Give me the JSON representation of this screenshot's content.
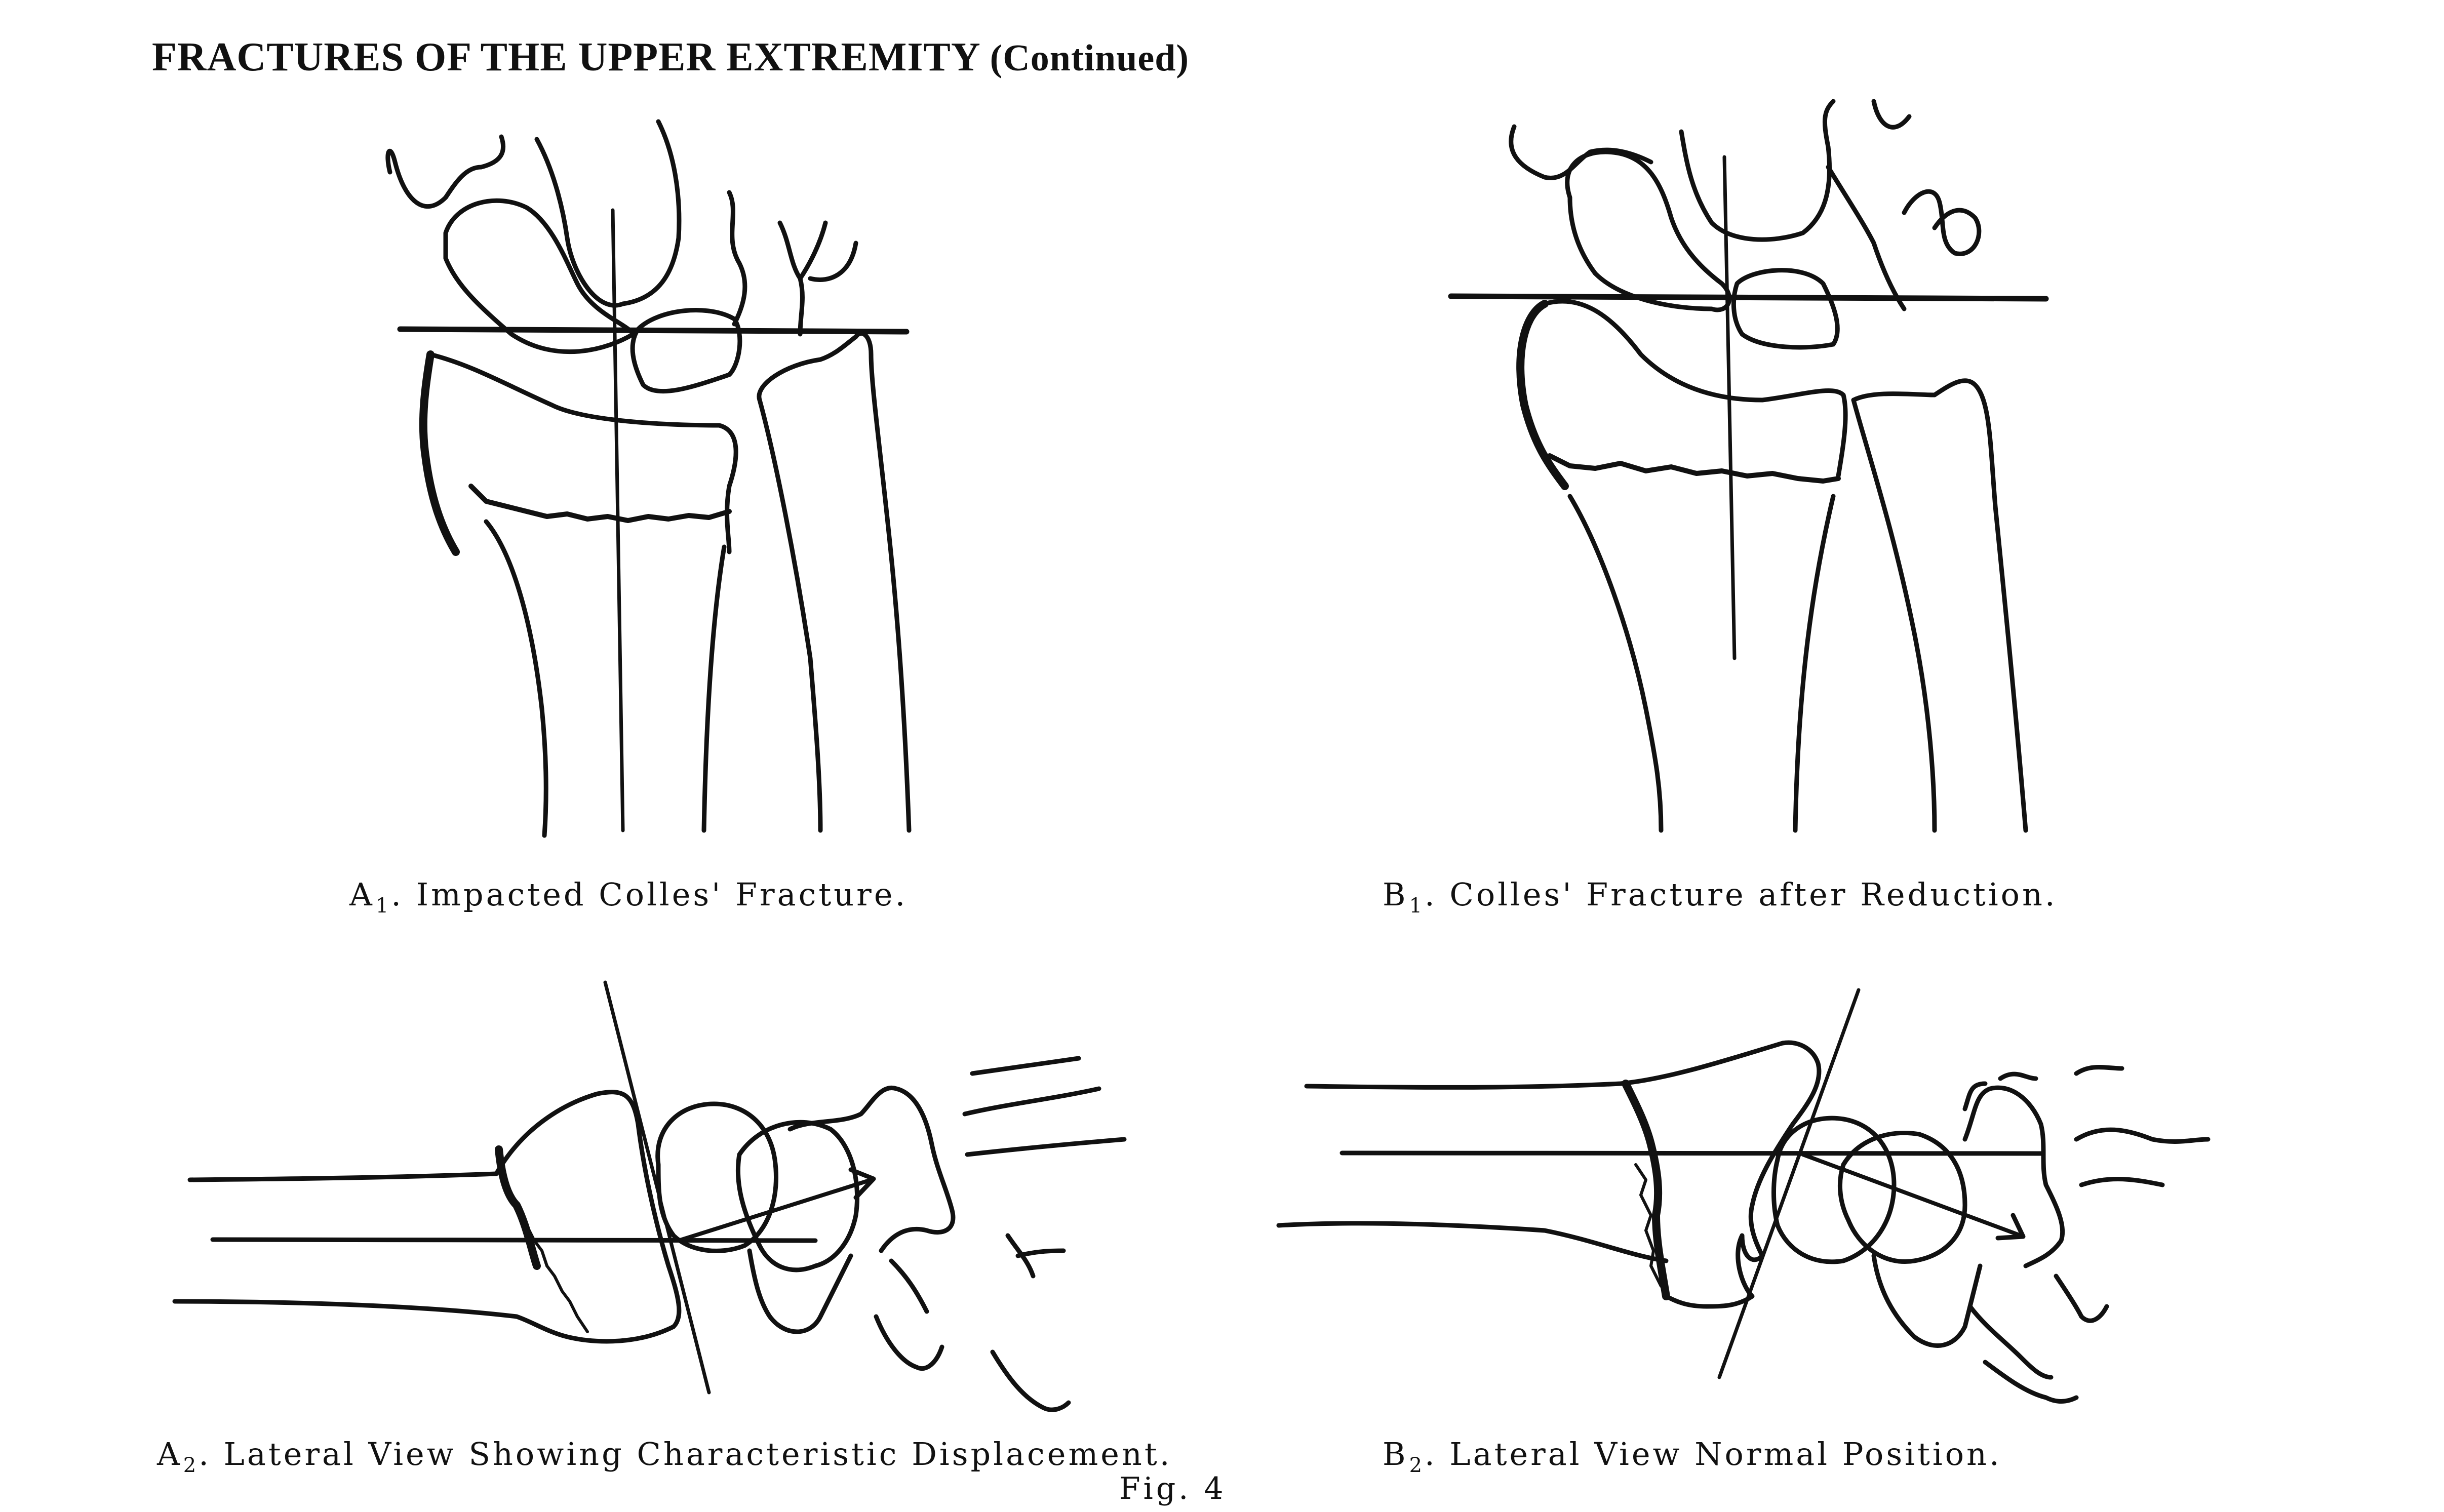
{
  "title": {
    "main": "FRACTURES OF THE UPPER EXTREMITY",
    "continued": "(Continued)"
  },
  "figures": [
    {
      "id": "a1",
      "label": "A",
      "label_sub": "1",
      "caption": ". Impacted Colles' Fracture."
    },
    {
      "id": "b1",
      "label": "B",
      "label_sub": "1",
      "caption": ". Colles' Fracture after Reduction."
    },
    {
      "id": "a2",
      "label": "A",
      "label_sub": "2",
      "caption": ". Lateral View Showing Characteristic Displacement."
    },
    {
      "id": "b2",
      "label": "B",
      "label_sub": "2",
      "caption": ". Lateral View Normal Position."
    }
  ],
  "figure_label": "Fig. 4"
}
